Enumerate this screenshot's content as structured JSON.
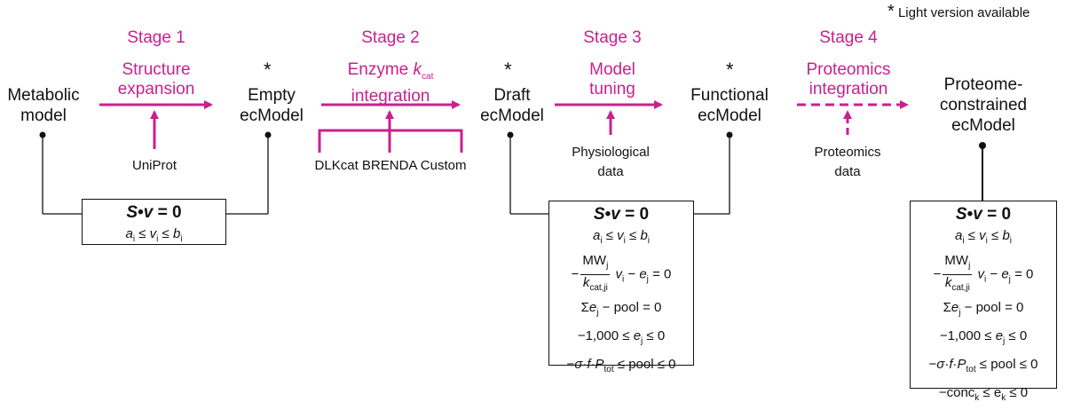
{
  "note": {
    "text": "Light version available"
  },
  "stages": [
    {
      "label": "Stage 1",
      "title_line1": "Structure",
      "title_line2": "expansion"
    },
    {
      "label": "Stage 2",
      "title_line1": "Enzyme",
      "title_k": "k",
      "title_k_sub": "cat",
      "title_line2": "integration"
    },
    {
      "label": "Stage 3",
      "title_line1": "Model",
      "title_line2": "tuning"
    },
    {
      "label": "Stage 4",
      "title_line1": "Proteomics",
      "title_line2": "integration"
    }
  ],
  "nodes": [
    {
      "line1": "Metabolic",
      "line2": "model"
    },
    {
      "line1": "Empty",
      "line2": "ecModel"
    },
    {
      "line1": "Draft",
      "line2": "ecModel"
    },
    {
      "line1": "Functional",
      "line2": "ecModel"
    },
    {
      "line1": "Proteome-",
      "line2": "constrained",
      "line3": "ecModel"
    }
  ],
  "sources": {
    "uniprot": "UniProt",
    "kcat": "DLKcat BRENDA Custom",
    "physiology_line1": "Physiological",
    "physiology_line2": "data",
    "proteomics_line1": "Proteomics",
    "proteomics_line2": "data"
  },
  "colors": {
    "accent": "#c8218f",
    "ink": "#111111"
  }
}
